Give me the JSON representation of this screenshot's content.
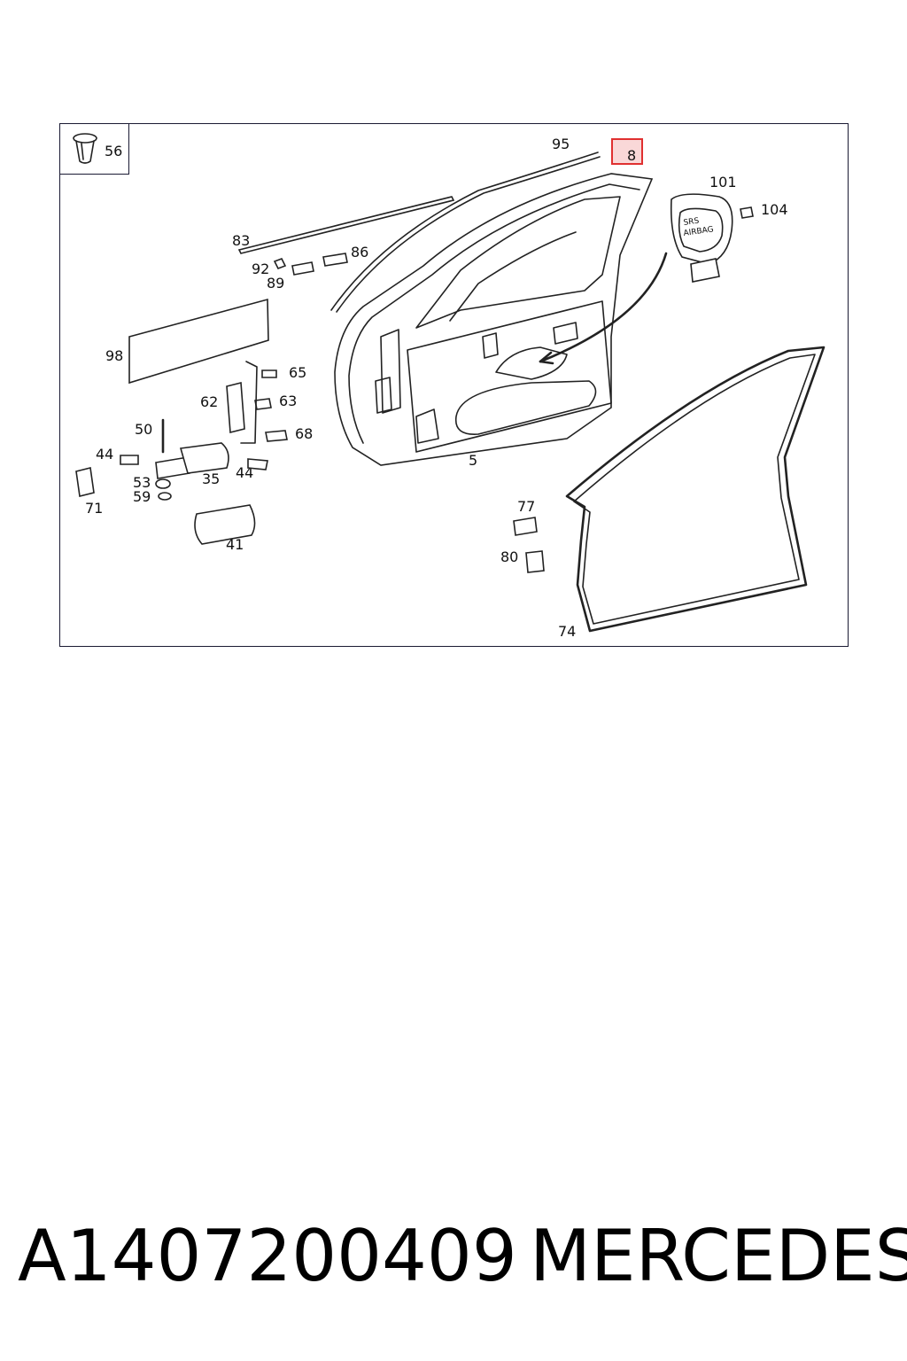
{
  "legend": {
    "part": "56"
  },
  "highlight": {
    "label": "8",
    "color": "#e03030"
  },
  "airbag": {
    "line1": "SRS",
    "line2": "AIRBAG"
  },
  "labels": {
    "p95": "95",
    "p101": "101",
    "p104": "104",
    "p83": "83",
    "p86": "86",
    "p92": "92",
    "p89": "89",
    "p98": "98",
    "p65": "65",
    "p62": "62",
    "p63": "63",
    "p50": "50",
    "p68": "68",
    "p44a": "44",
    "p44b": "44",
    "p53": "53",
    "p35": "35",
    "p59": "59",
    "p71": "71",
    "p41": "41",
    "p5": "5",
    "p77": "77",
    "p80": "80",
    "p74": "74"
  },
  "footer": {
    "part_number": "A1407200409",
    "brand": "MERCEDES"
  }
}
